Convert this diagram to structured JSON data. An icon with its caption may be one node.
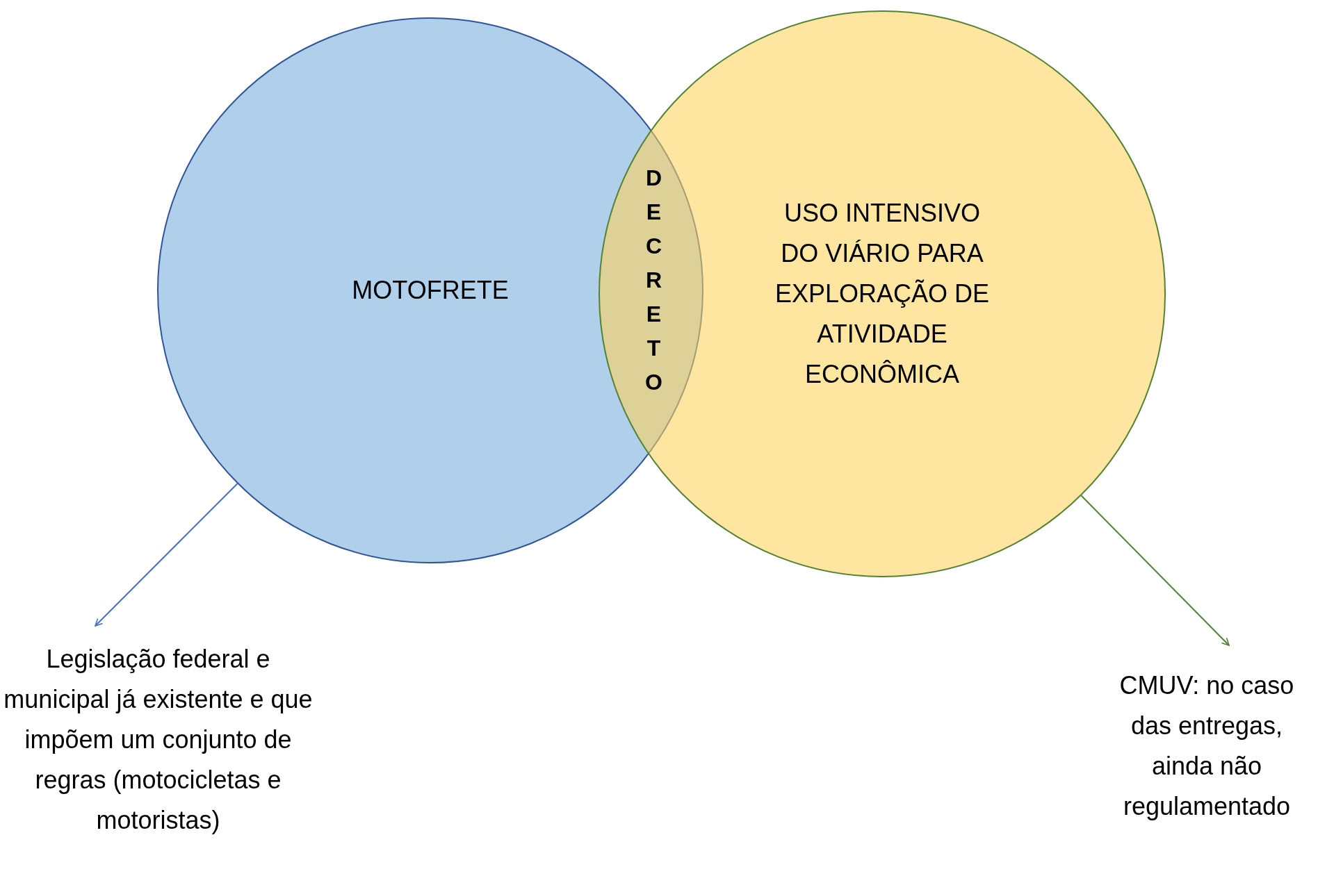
{
  "diagram": {
    "nodes": [
      {
        "text": [
          "MOTOFRETE"
        ]
      },
      {
        "text": [
          "USO INTENSIVO DO VIÁRIO PARA EXPLORAÇÃO DE ATIVIDADE ECONÔMICA"
        ]
      },
      {
        "text": [
          "DECRETO"
        ]
      },
      {
        "text": [
          "Legislação federal e municipal já existente e que impõem um conjunto de regras (motocicletas e motoristas)"
        ]
      },
      {
        "text": [
          "CMUV: no caso das entregas, ainda não regulamentado"
        ]
      }
    ],
    "edges": [
      {
        "from": 0,
        "to": 3,
        "arrow": "to",
        "color": "#4472c4"
      },
      {
        "from": 1,
        "to": 4,
        "arrow": "to",
        "color": "#548235"
      }
    ]
  }
}
